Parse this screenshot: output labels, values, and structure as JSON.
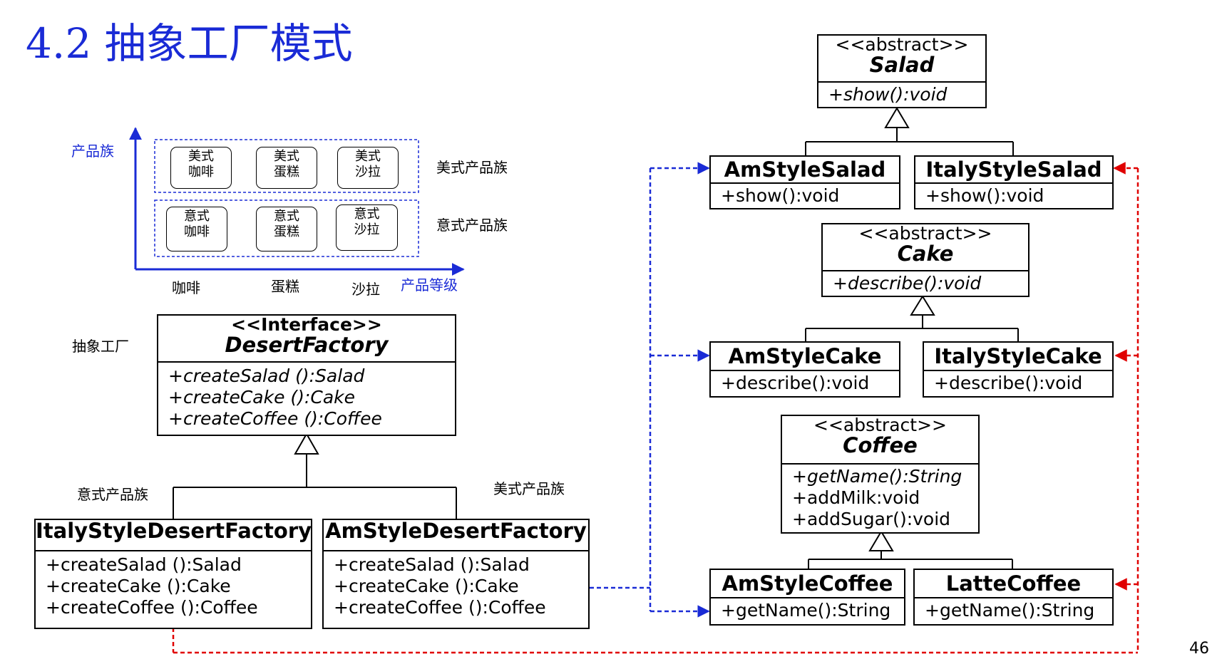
{
  "title": "4.2 抽象工厂模式",
  "page_number": "46",
  "product_grid": {
    "y_axis_label": "产品族",
    "x_axis_label": "产品等级",
    "columns": [
      "咖啡",
      "蛋糕",
      "沙拉"
    ],
    "row_labels": [
      "美式产品族",
      "意式产品族"
    ],
    "rows": [
      [
        {
          "line1": "美式",
          "line2": "咖啡"
        },
        {
          "line1": "美式",
          "line2": "蛋糕"
        },
        {
          "line1": "美式",
          "line2": "沙拉"
        }
      ],
      [
        {
          "line1": "意式",
          "line2": "咖啡"
        },
        {
          "line1": "意式",
          "line2": "蛋糕"
        },
        {
          "line1": "意式",
          "line2": "沙拉"
        }
      ]
    ]
  },
  "labels": {
    "abstract_factory": "抽象工厂",
    "italy_family": "意式产品族",
    "am_family": "美式产品族"
  },
  "desert_factory": {
    "stereotype": "<<Interface>>",
    "name": "DesertFactory",
    "ops": [
      "+createSalad ():Salad",
      "+createCake ():Cake",
      "+createCoffee ():Coffee"
    ]
  },
  "italy_factory": {
    "name": "ItalyStyleDesertFactory",
    "ops": [
      "+createSalad ():Salad",
      "+createCake ():Cake",
      "+createCoffee ():Coffee"
    ]
  },
  "am_factory": {
    "name": "AmStyleDesertFactory",
    "ops": [
      "+createSalad ():Salad",
      "+createCake ():Cake",
      "+createCoffee ():Coffee"
    ]
  },
  "salad": {
    "stereotype": "<<abstract>>",
    "name": "Salad",
    "ops": [
      "+show():void"
    ]
  },
  "am_salad": {
    "name": "AmStyleSalad",
    "ops": [
      "+show():void"
    ]
  },
  "italy_salad": {
    "name": "ItalyStyleSalad",
    "ops": [
      "+show():void"
    ]
  },
  "cake": {
    "stereotype": "<<abstract>>",
    "name": "Cake",
    "ops": [
      "+describe():void"
    ]
  },
  "am_cake": {
    "name": "AmStyleCake",
    "ops": [
      "+describe():void"
    ]
  },
  "italy_cake": {
    "name": "ItalyStyleCake",
    "ops": [
      "+describe():void"
    ]
  },
  "coffee": {
    "stereotype": "<<abstract>>",
    "name": "Coffee",
    "ops": [
      "+getName():String",
      "+addMilk:void",
      "+addSugar():void"
    ]
  },
  "am_coffee": {
    "name": "AmStyleCoffee",
    "ops": [
      "+getName():String"
    ]
  },
  "latte_coffee": {
    "name": "LatteCoffee",
    "ops": [
      "+getName():String"
    ]
  },
  "colors": {
    "title": "#1a2bd6",
    "am_dependency": "#1a2bd6",
    "italy_dependency": "#e00000"
  }
}
